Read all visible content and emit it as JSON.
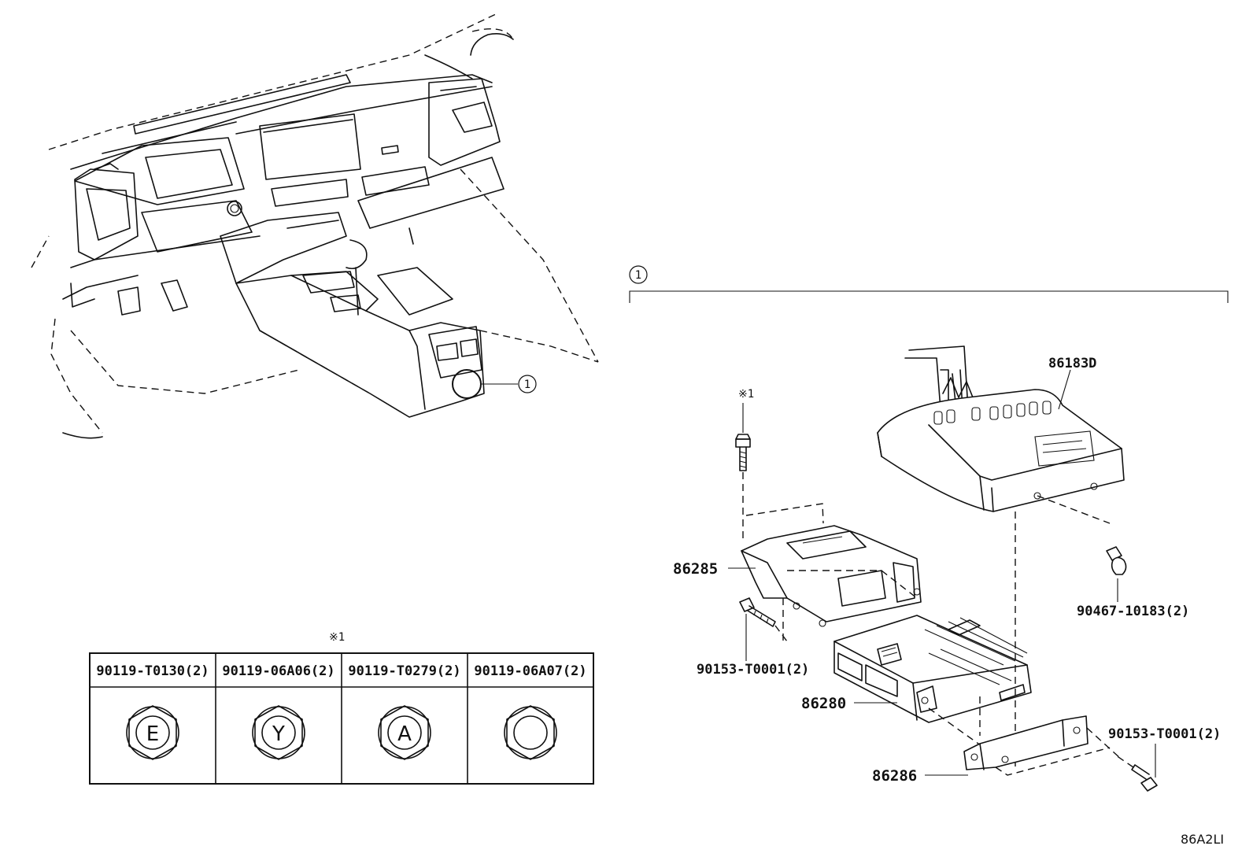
{
  "callout": {
    "number": "1"
  },
  "asterisk": {
    "mark": "※1"
  },
  "parts": {
    "amp_cover": "86183D",
    "bracket_top": "86285",
    "amplifier": "86280",
    "bracket_bottom": "86286",
    "screw_right": "90467-10183(2)",
    "bolt_left": "90153-T0001(2)",
    "bolt_right": "90153-T0001(2)"
  },
  "bolt_table": {
    "columns": [
      {
        "part": "90119-T0130(2)",
        "letter": "E"
      },
      {
        "part": "90119-06A06(2)",
        "letter": "Y"
      },
      {
        "part": "90119-T0279(2)",
        "letter": "A"
      },
      {
        "part": "90119-06A07(2)",
        "letter": ""
      }
    ]
  },
  "diagram_code": "86A2LI"
}
